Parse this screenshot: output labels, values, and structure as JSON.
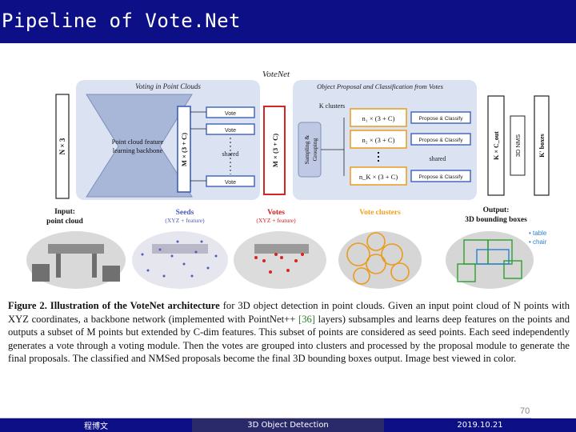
{
  "slide": {
    "title": "Pipeline of Vote.Net",
    "page_number": "70"
  },
  "footer": {
    "author": "程博文",
    "topic": "3D Object Detection",
    "date": "2019.10.21"
  },
  "figure": {
    "network_title": "VoteNet",
    "section_voting": "Voting in Point Clouds",
    "section_proposal": "Object Proposal and Classification from Votes",
    "input_dim": "N × 3",
    "backbone": [
      "Point cloud feature",
      "learning backbone"
    ],
    "seed_dim": "M × (3 + C)",
    "vote_dim": "M × (3 + C)",
    "vote_label": "Vote",
    "shared": "shared",
    "k_clusters": "K clusters",
    "grouping": [
      "Sampling &",
      "Grouping"
    ],
    "cluster_dims": [
      "n₁ × (3 + C)",
      "n₂ × (3 + C)",
      "n_K × (3 + C)"
    ],
    "propose_classify": "Propose & Classify",
    "output_dim": "K × C_out",
    "nms": "3D NMS",
    "boxes": "K′ boxes",
    "stages": [
      {
        "title": "Input:",
        "subtitle": "point cloud",
        "title_color": "#111111",
        "subtitle_color": "#111111"
      },
      {
        "title": "Seeds",
        "subtitle": "(XYZ + feature)",
        "title_color": "#4d5db5",
        "subtitle_color": "#4d5db5"
      },
      {
        "title": "Votes",
        "subtitle": "(XYZ + feature)",
        "title_color": "#d02020",
        "subtitle_color": "#d02020"
      },
      {
        "title": "Vote clusters",
        "subtitle": "",
        "title_color": "#f0a020",
        "subtitle_color": "#f0a020"
      },
      {
        "title": "Output:",
        "subtitle": "3D bounding boxes",
        "title_color": "#111111",
        "subtitle_color": "#111111"
      }
    ],
    "legend": [
      "• table",
      "• chair"
    ],
    "colors": {
      "panel": "#dbe3f3",
      "backbone": "#a8b6d8",
      "vote_box": "#3d5fb8",
      "votes_red": "#d62424",
      "cluster_orange": "#eb9b1c",
      "legend_table": "#2a7fd4",
      "legend_chair": "#2a7fd4"
    }
  },
  "caption": {
    "figure_label": "Figure 2. Illustration of the VoteNet architecture",
    "text_1": " for 3D object detection in point clouds. Given an input point cloud of N points with XYZ coordinates, a backbone network (implemented with PointNet++ ",
    "ref": "[36]",
    "text_2": " layers) subsamples and learns deep features on the points and outputs a subset of M points but extended by C-dim features. This subset of points are considered as seed points. Each seed independently generates a vote through a voting module. Then the votes are grouped into clusters and processed by the proposal module to generate the final proposals. The classified and NMSed proposals become the final 3D bounding boxes output. Image best viewed in color."
  }
}
